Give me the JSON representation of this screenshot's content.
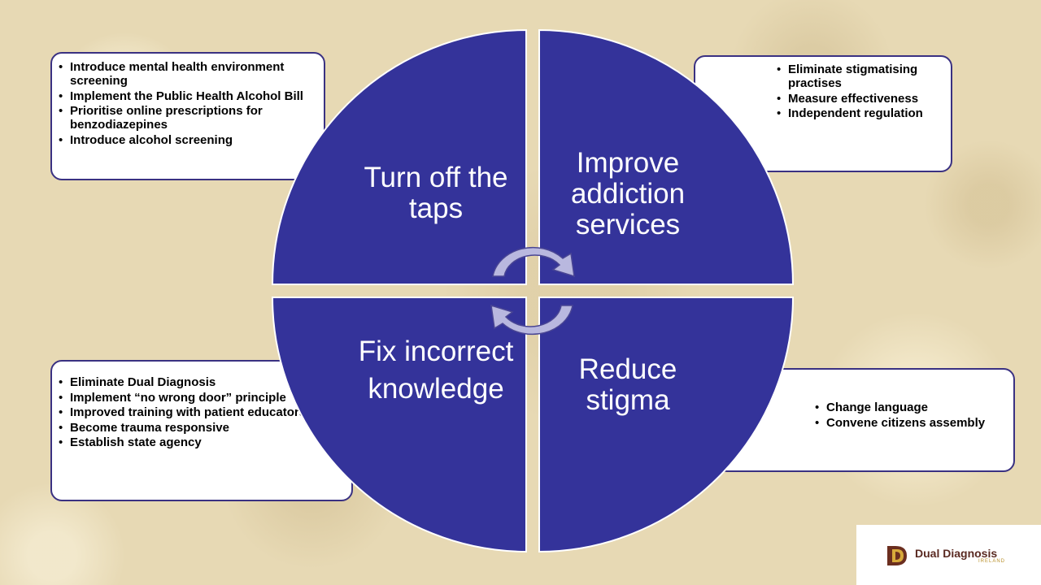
{
  "colors": {
    "quadrant_fill": "#34339a",
    "box_border": "#3a3182",
    "arrow_fill": "#b9b8df",
    "background": "#e7d9b4"
  },
  "quadrants": {
    "top_left": "Turn off the taps",
    "top_right": "Improve addiction services",
    "bottom_left": "Fix incorrect knowledge",
    "bottom_right": "Reduce stigma"
  },
  "boxes": {
    "top_left": [
      "Introduce mental health environment screening",
      "Implement the Public Health Alcohol Bill",
      "Prioritise online prescriptions for benzodiazepines",
      "Introduce alcohol  screening"
    ],
    "top_right": [
      "Eliminate stigmatising practises",
      "Measure effectiveness",
      "Independent regulation"
    ],
    "bottom_left": [
      "Eliminate Dual Diagnosis",
      "Implement “no wrong door” principle",
      "Improved training with patient educators",
      "Become trauma responsive",
      "Establish state agency"
    ],
    "bottom_right": [
      "Change language",
      "Convene citizens assembly"
    ]
  },
  "icons": {
    "cycle_arrows": "circular-arrows-icon",
    "logo_mark": "dd-logo-icon"
  },
  "logo": {
    "name": "Dual Diagnosis",
    "sub": "IRELAND"
  }
}
